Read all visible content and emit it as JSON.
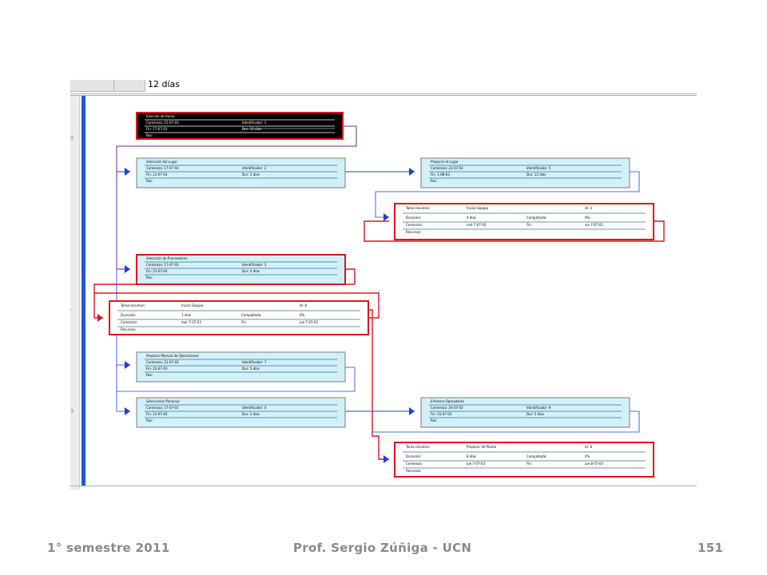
{
  "header": {
    "duration_label": "12 días"
  },
  "left_markers": [
    "0",
    ",",
    "3"
  ],
  "nodes": [
    {
      "id": "n1",
      "title": "Elección de Ramo",
      "type": "task",
      "critical": true,
      "dark": true,
      "rows": [
        [
          "Comienzo: 15-07-03",
          "Identificador: 1"
        ],
        [
          "Fin: 17-07-03",
          "Dur: 12 días"
        ],
        [
          "Rec:",
          ""
        ]
      ]
    },
    {
      "id": "n2",
      "title": "Selección del Lugar",
      "type": "task",
      "critical": false,
      "rows": [
        [
          "Comienzo: 17-07-03",
          "Identificador: 2"
        ],
        [
          "Fin: 21-07-03",
          "Dur: 3 días"
        ],
        [
          "Rec:",
          ""
        ]
      ]
    },
    {
      "id": "n3",
      "title": "Preparar el Lugar",
      "type": "task",
      "critical": false,
      "rows": [
        [
          "Comienzo: 22-07-03",
          "Identificador: 5"
        ],
        [
          "Fin: 1-08-03",
          "Dur: 12 días"
        ],
        [
          "Rec:",
          ""
        ]
      ]
    },
    {
      "id": "n4",
      "title": "",
      "type": "detail",
      "critical": true,
      "rows": [
        [
          "Tarea resumen:",
          "Iniciar Equipo",
          "Id: 3"
        ],
        [
          "Duración:",
          "4 días",
          "Completado:",
          "0%"
        ],
        [
          "Comienzo:",
          "mié 7-07-03",
          "Fin:",
          "vie 7-07-03"
        ],
        [
          "Recursos:"
        ]
      ]
    },
    {
      "id": "n5",
      "title": "Selección de Proveedores",
      "type": "task",
      "critical": true,
      "rows": [
        [
          "Comienzo: 17-07-03",
          "Identificador: 3"
        ],
        [
          "Fin: 21-07-03",
          "Dur: 4 días"
        ],
        [
          "Rec:",
          ""
        ]
      ]
    },
    {
      "id": "n6",
      "title": "",
      "type": "detail",
      "critical": true,
      "rows": [
        [
          "Tarea resumen:",
          "Iniciar Equipo",
          "Id: 8"
        ],
        [
          "Duración:",
          "1 días",
          "Completado:",
          "0%"
        ],
        [
          "Comienzo:",
          "mar 7-07-03",
          "Fin:",
          "jue 7-07-03"
        ],
        [
          "Recursos:"
        ]
      ]
    },
    {
      "id": "n7",
      "title": "Preparar Manual de Operaciones",
      "type": "task",
      "critical": false,
      "rows": [
        [
          "Comienzo: 21-07-03",
          "Identificador: 7"
        ],
        [
          "Fin: 22-07-03",
          "Dur: 5 días"
        ],
        [
          "Rec:",
          ""
        ]
      ]
    },
    {
      "id": "n8",
      "title": "Seleccionar Personal",
      "type": "task",
      "critical": false,
      "rows": [
        [
          "Comienzo: 17-07-03",
          "Identificador: 4"
        ],
        [
          "Fin: 21-07-03",
          "Dur: 3 días"
        ],
        [
          "Rec:",
          ""
        ]
      ]
    },
    {
      "id": "n9",
      "title": "Entrenar Operadores",
      "type": "task",
      "critical": false,
      "rows": [
        [
          "Comienzo: 24-07-03",
          "Identificador: 9"
        ],
        [
          "Fin: 31-07-03",
          "Dur: 5 días"
        ],
        [
          "Rec:",
          ""
        ]
      ]
    },
    {
      "id": "n10",
      "title": "",
      "type": "detail",
      "critical": true,
      "rows": [
        [
          "Tarea resumen:",
          "Preparar de Planta",
          "Id: 8"
        ],
        [
          "Duración:",
          "8 días",
          "Completado:",
          "0%"
        ],
        [
          "Comienzo:",
          "jue 7-07-03",
          "Fin:",
          "jue 8-07-03"
        ],
        [
          "Recursos:"
        ]
      ]
    }
  ],
  "footer": {
    "semester": "1° semestre 2011",
    "author": "Prof. Sergio Zúñiga - UCN",
    "page_number": "151"
  },
  "colors": {
    "task_fill": "#d2f0f8",
    "task_border": "#7b7b7b",
    "critical_border": "#e0141e",
    "link_blue": "#1c3fd6",
    "link_purple": "#6a2a9a",
    "link_red": "#e0141e",
    "progress_bar": "#1f5bd1",
    "footer_text": "#8a8a8a"
  }
}
